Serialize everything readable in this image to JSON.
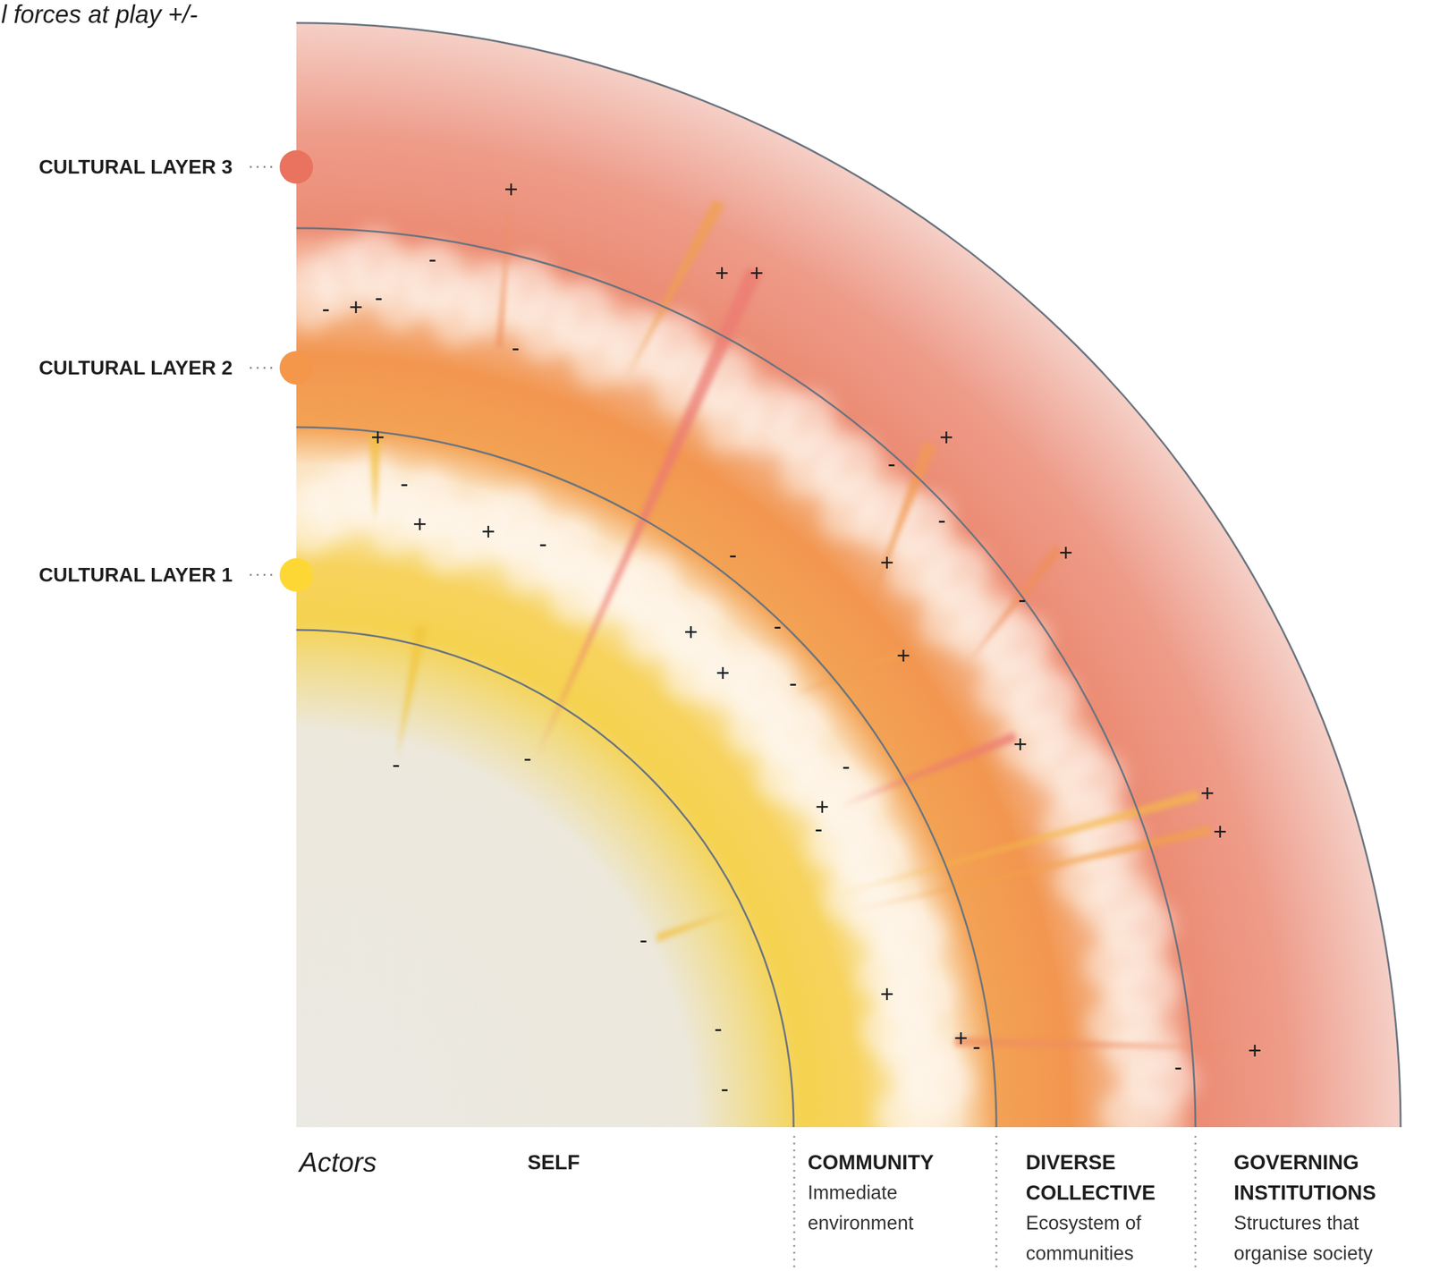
{
  "diagram": {
    "title": "l forces at play +/-",
    "labels": [
      "+",
      "-",
      "-",
      "+",
      "-",
      "-",
      "+",
      "+",
      "+",
      "-",
      "+",
      "+",
      "-",
      "+",
      "-",
      "-",
      "+",
      "-",
      "+",
      "-",
      "+",
      "-",
      "+",
      "-",
      "+",
      "-",
      "-",
      "+",
      "-",
      "+",
      "-",
      "+",
      "+",
      "-",
      "-",
      "-",
      "+",
      "+",
      "-",
      "-",
      "+",
      "Actors",
      "SELF",
      "COMMUNITY",
      "Immediate environment",
      "DIVERSE COLLECTIVE",
      "Ecosystem of communities",
      "GOVERNING INSTITUTIONS",
      "Structures that organise society"
    ],
    "legend": [
      {
        "text": "CULTURAL LAYER 3",
        "color": "#e9735f"
      },
      {
        "text": "CULTURAL LAYER 2",
        "color": "#f4974a"
      },
      {
        "text": "CULTURAL LAYER 1",
        "color": "#fdd835"
      }
    ]
  }
}
